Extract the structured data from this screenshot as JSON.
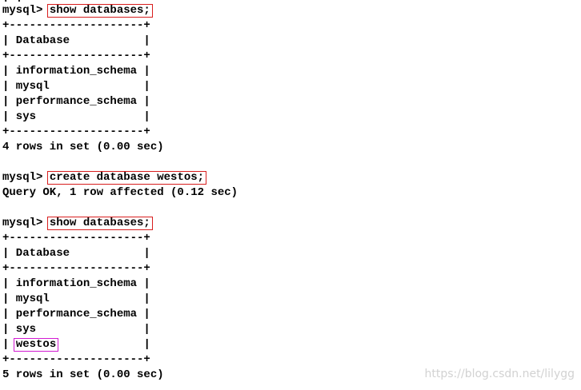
{
  "terminal": {
    "partial_top_chars": "| |",
    "lines": [
      {
        "prompt": "mysql> ",
        "command": "show databases;",
        "highlight": "red"
      },
      {
        "text": "+--------------------+"
      },
      {
        "text": "| Database           |"
      },
      {
        "text": "+--------------------+"
      },
      {
        "text": "| information_schema |"
      },
      {
        "text": "| mysql              |"
      },
      {
        "text": "| performance_schema |"
      },
      {
        "text": "| sys                |"
      },
      {
        "text": "+--------------------+"
      },
      {
        "text": "4 rows in set (0.00 sec)"
      },
      {
        "text": ""
      },
      {
        "prompt": "mysql> ",
        "command": "create database westos;",
        "highlight": "red"
      },
      {
        "text": "Query OK, 1 row affected (0.12 sec)"
      },
      {
        "text": ""
      },
      {
        "prompt": "mysql> ",
        "command": "show databases;",
        "highlight": "red"
      },
      {
        "text": "+--------------------+"
      },
      {
        "text": "| Database           |"
      },
      {
        "text": "+--------------------+"
      },
      {
        "text": "| information_schema |"
      },
      {
        "text": "| mysql              |"
      },
      {
        "text": "| performance_schema |"
      },
      {
        "text": "| sys                |"
      },
      {
        "pre": "| ",
        "word": "westos",
        "post": "             |",
        "highlight": "magenta"
      },
      {
        "text": "+--------------------+"
      },
      {
        "text": "5 rows in set (0.00 sec)"
      }
    ]
  },
  "watermark": "https://blog.csdn.net/lilygg",
  "colors": {
    "background": "#ffffff",
    "text": "#000000",
    "highlight_red": "#d81e1e",
    "highlight_magenta": "#d21ad2",
    "watermark": "#d2d2d2"
  }
}
